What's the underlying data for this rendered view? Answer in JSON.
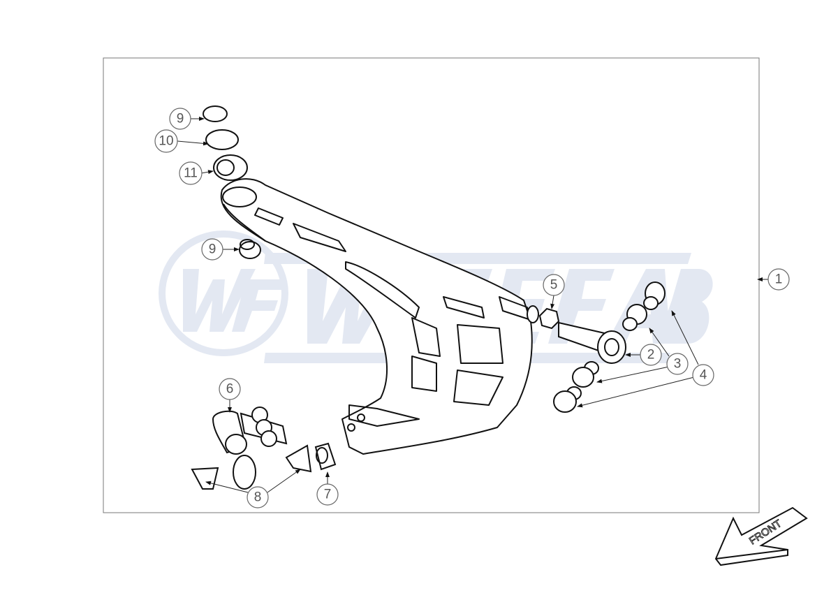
{
  "diagram": {
    "type": "exploded parts diagram",
    "watermark": "WF WISEFAB",
    "front_arrow_label": "FRONT",
    "callouts": [
      {
        "id": "c9a",
        "label": "9"
      },
      {
        "id": "c10",
        "label": "10"
      },
      {
        "id": "c11",
        "label": "11"
      },
      {
        "id": "c9b",
        "label": "9"
      },
      {
        "id": "c5",
        "label": "5"
      },
      {
        "id": "c1",
        "label": "1"
      },
      {
        "id": "c2",
        "label": "2"
      },
      {
        "id": "c3",
        "label": "3"
      },
      {
        "id": "c4",
        "label": "4"
      },
      {
        "id": "c6",
        "label": "6"
      },
      {
        "id": "c8",
        "label": "8"
      },
      {
        "id": "c7",
        "label": "7"
      }
    ],
    "colors": {
      "line": "#111111",
      "callout": "#666666",
      "watermark": "#e3e8f2"
    }
  }
}
